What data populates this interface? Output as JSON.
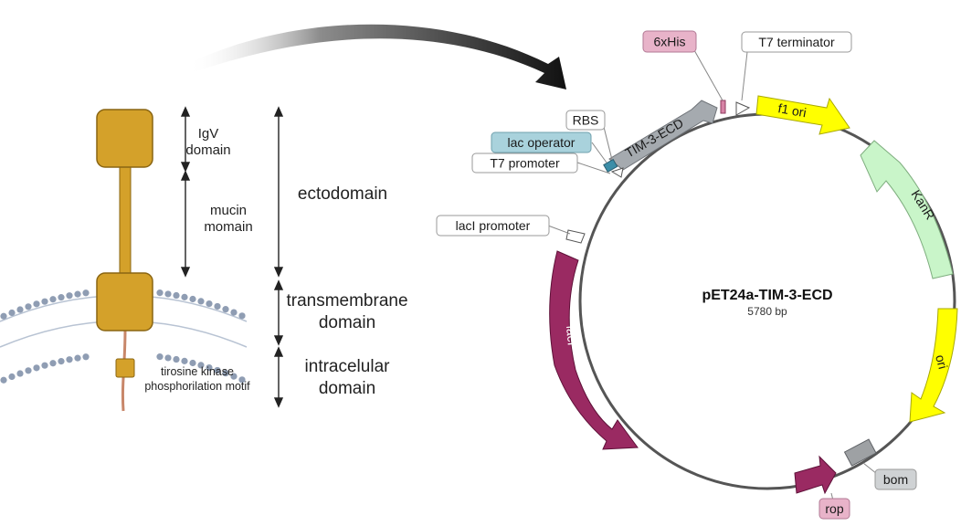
{
  "protein": {
    "igv_label": [
      "IgV",
      "domain"
    ],
    "mucin_label": [
      "mucin",
      "momain"
    ],
    "ectodomain_label": "ectodomain",
    "transmembrane_label": [
      "transmembrane",
      "domain"
    ],
    "intracellular_label": [
      "intracelular",
      "domain"
    ],
    "kinase_label": [
      "tirosine kinase",
      "phosphorilation motif"
    ]
  },
  "plasmid": {
    "name": "pET24a-TIM-3-ECD",
    "size": "5780 bp",
    "features": {
      "tim3ecd": "TIM-3-ECD",
      "f1ori": "f1 ori",
      "kanr": "KanR",
      "ori": "ori",
      "laci": "lacI"
    },
    "callouts": {
      "his": "6xHis",
      "t7term": "T7 terminator",
      "rbs": "RBS",
      "lacop": "lac operator",
      "t7prom": "T7 promoter",
      "laciprom": "lacI promoter",
      "bom": "bom",
      "rop": "rop"
    }
  },
  "colors": {
    "protein": "#d4a12a",
    "protein_edge": "#8a6512",
    "membrane": "#8f9db3",
    "tim3": "#a5aaaf",
    "f1ori": "#ffff00",
    "kanr": "#c9f5c9",
    "ori": "#ffff00",
    "laci": "#9a2a62",
    "rop": "#9a2a62",
    "bom": "#9ea1a4",
    "his_box": "#e8b3c9",
    "lacop_box": "#a9d2dc",
    "rop_box": "#e8b3c9",
    "bom_box": "#cfd2d4"
  }
}
